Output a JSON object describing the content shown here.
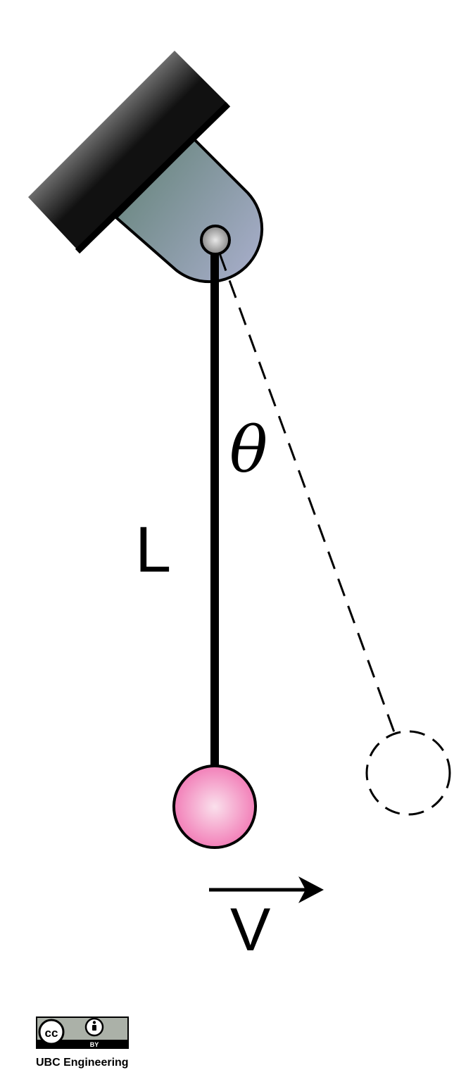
{
  "labels": {
    "length": "L",
    "angle": "θ",
    "velocity": "V"
  },
  "license": {
    "badge_left": "cc",
    "badge_sub": "BY",
    "credit": "UBC Engineering"
  },
  "colors": {
    "bob_fill": "#f48fbf",
    "bob_center": "#f9d7e8",
    "mount_dark": "#6f8a86",
    "mount_light": "#a5acc9",
    "pivot": "#b9b9b9",
    "line": "#000000"
  }
}
